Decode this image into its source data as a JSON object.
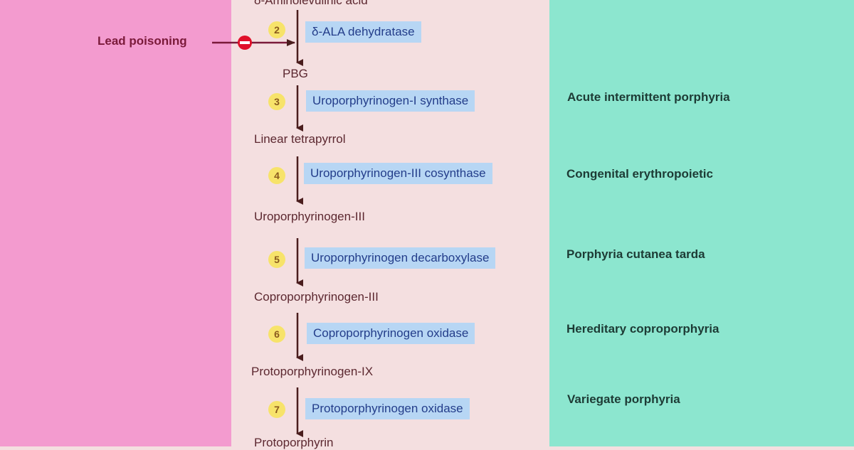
{
  "metabolites": [
    "δ-Aminolevulinic acid",
    "PBG",
    "Linear tetrapyrrol",
    "Uroporphyrinogen-III",
    "Coproporphyrinogen-III",
    "Protoporphyrinogen-IX",
    "Protoporphyrin"
  ],
  "steps": [
    {
      "number": "2",
      "enzyme": "δ-ALA dehydratase"
    },
    {
      "number": "3",
      "enzyme": "Uroporphyrinogen-I synthase"
    },
    {
      "number": "4",
      "enzyme": "Uroporphyrinogen-III cosynthase"
    },
    {
      "number": "5",
      "enzyme": "Uroporphyrinogen decarboxylase"
    },
    {
      "number": "6",
      "enzyme": "Coproporphyrinogen oxidase"
    },
    {
      "number": "7",
      "enzyme": "Protoporphyrinogen oxidase"
    }
  ],
  "diseases": [
    "Acute intermittent porphyria",
    "Congenital erythropoietic",
    "Porphyria cutanea tarda",
    "Hereditary coproporphyria",
    "Variegate porphyria"
  ],
  "inhibitor": {
    "label": "Lead poisoning"
  },
  "colors": {
    "left_panel": "#f39bcf",
    "center_panel": "#f4dfe0",
    "right_panel": "#8ce6cf",
    "enzyme_box": "#b7d6f4",
    "enzyme_text": "#233d8a",
    "step_badge": "#f7e36a",
    "arrow": "#4a1d1d",
    "inhibitor": "#e0102a"
  }
}
